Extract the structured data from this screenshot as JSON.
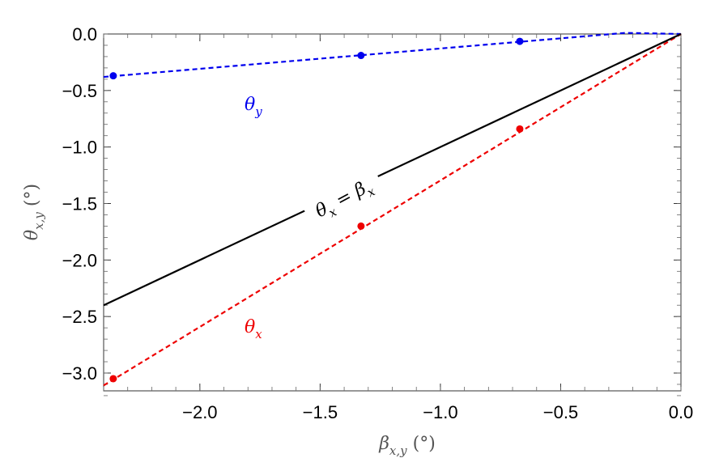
{
  "chart_data": {
    "type": "line",
    "xlabel": "β_{x,y} (°)",
    "ylabel": "θ_{x,y} (°)",
    "xlim": [
      -2.4,
      0.0
    ],
    "ylim": [
      -3.2,
      0.0
    ],
    "xticks": [
      -2.0,
      -1.5,
      -1.0,
      -0.5,
      0.0
    ],
    "xtick_labels": [
      "−2.0",
      "−1.5",
      "−1.0",
      "−0.5",
      "0.0"
    ],
    "yticks": [
      0.0,
      -0.5,
      -1.0,
      -1.5,
      -2.0,
      -2.5,
      -3.0
    ],
    "ytick_labels": [
      "0.0",
      "−0.5",
      "−1.0",
      "−1.5",
      "−2.0",
      "−2.5",
      "−3.0"
    ],
    "grid": false,
    "series": [
      {
        "name": "θ_y",
        "color": "#0000ee",
        "style": "dashed",
        "fit_line": [
          [
            -2.4,
            -0.38
          ],
          [
            -0.23,
            0.01
          ],
          [
            0.0,
            0.0
          ]
        ],
        "points": [
          [
            -2.36,
            -0.37
          ],
          [
            -1.33,
            -0.19
          ],
          [
            -0.67,
            -0.065
          ]
        ]
      },
      {
        "name": "θ_x",
        "color": "#ee0000",
        "style": "dashed",
        "fit_line": [
          [
            -2.4,
            -3.11
          ],
          [
            0.0,
            0.0
          ]
        ],
        "points": [
          [
            -2.36,
            -3.05
          ],
          [
            -1.33,
            -1.7
          ],
          [
            -0.67,
            -0.84
          ]
        ]
      },
      {
        "name": "θ_x = β_x",
        "color": "#000000",
        "style": "solid",
        "fit_line": [
          [
            -2.4,
            -2.4
          ],
          [
            0.0,
            0.0
          ]
        ],
        "points": []
      }
    ],
    "annotations": [
      {
        "text": "θ_y",
        "color": "#0000ee"
      },
      {
        "text": "θ_x",
        "color": "#ee0000"
      },
      {
        "text": "θ_x = β_x",
        "color": "#000000"
      }
    ]
  }
}
